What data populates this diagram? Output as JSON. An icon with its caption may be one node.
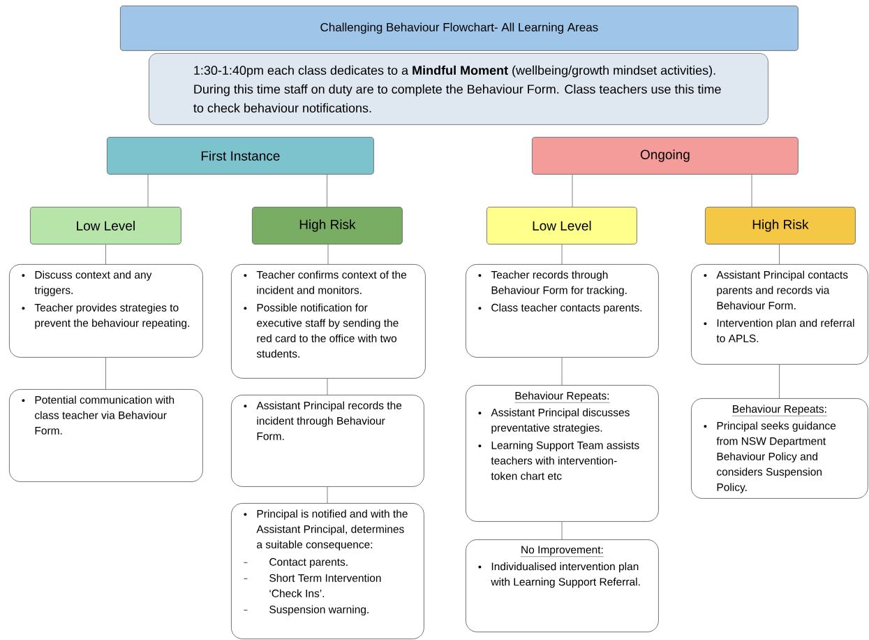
{
  "diagram": {
    "nodes": [
      {
        "text": [
          "Challenging Behaviour Flowchart- All Learning Areas"
        ]
      },
      {
        "text": [
          "1:30-1:40pm each class dedicates to a **Mindful Moment** (wellbeing/growth mindset activities). During this time staff on duty are to complete the Behaviour Form. Class teachers use this time to check behaviour notifications."
        ]
      },
      {
        "text": [
          "First Instance"
        ]
      },
      {
        "text": [
          "Ongoing"
        ]
      },
      {
        "text": [
          "Low Level"
        ]
      },
      {
        "text": [
          "High Risk"
        ]
      },
      {
        "text": [
          "Low Level"
        ]
      },
      {
        "text": [
          "High Risk"
        ]
      },
      {
        "text": [
          "Discuss context and any triggers.",
          "Teacher provides strategies to prevent the behaviour repeating."
        ]
      },
      {
        "text": [
          "Potential communication with class teacher via Behaviour Form."
        ]
      },
      {
        "text": [
          "Teacher confirms context of the incident and monitors.",
          "Possible notification for executive staff by sending the red card to the office with two students."
        ]
      },
      {
        "text": [
          "Assistant Principal records the incident through Behaviour Form."
        ]
      },
      {
        "text": [
          "Principal is notified and with the Assistant Principal, determines a suitable consequence:",
          "Contact parents.",
          "Short Term Intervention ‘Check Ins’.",
          "Suspension warning."
        ]
      },
      {
        "text": [
          "Teacher records through Behaviour Form for tracking.",
          "Class teacher contacts parents."
        ]
      },
      {
        "text": [
          "Behaviour Repeats:",
          "Assistant Principal discusses preventative strategies.",
          "Learning Support Team assists teachers with intervention- token chart etc"
        ]
      },
      {
        "text": [
          "No Improvement:",
          "Individualised intervention plan with Learning Support Referral."
        ]
      },
      {
        "text": [
          "Assistant Principal contacts parents and records via Behaviour Form.",
          "Intervention plan and referral to APLS."
        ]
      },
      {
        "text": [
          "Behaviour Repeats:",
          "Principal seeks guidance from NSW Department Behaviour Policy and considers Suspension Policy."
        ]
      }
    ],
    "edges": [
      {
        "from": 2,
        "to": 4,
        "arrow": "none"
      },
      {
        "from": 2,
        "to": 5,
        "arrow": "none"
      },
      {
        "from": 3,
        "to": 6,
        "arrow": "none"
      },
      {
        "from": 3,
        "to": 7,
        "arrow": "none"
      },
      {
        "from": 4,
        "to": 8,
        "arrow": "none"
      },
      {
        "from": 8,
        "to": 9,
        "arrow": "none"
      },
      {
        "from": 5,
        "to": 10,
        "arrow": "none"
      },
      {
        "from": 10,
        "to": 11,
        "arrow": "none"
      },
      {
        "from": 11,
        "to": 12,
        "arrow": "none"
      },
      {
        "from": 6,
        "to": 13,
        "arrow": "none"
      },
      {
        "from": 13,
        "to": 14,
        "arrow": "none"
      },
      {
        "from": 14,
        "to": 15,
        "arrow": "none"
      },
      {
        "from": 7,
        "to": 16,
        "arrow": "none"
      },
      {
        "from": 16,
        "to": 17,
        "arrow": "none"
      }
    ]
  }
}
